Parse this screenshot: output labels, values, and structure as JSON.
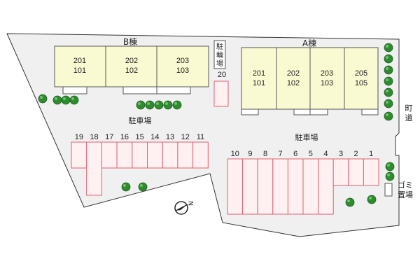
{
  "building_b": {
    "label": "B棟",
    "units": [
      {
        "upper": "201",
        "lower": "101"
      },
      {
        "upper": "202",
        "lower": "102"
      },
      {
        "upper": "203",
        "lower": "103"
      }
    ]
  },
  "building_a": {
    "label": "A棟",
    "units": [
      {
        "upper": "201",
        "lower": "101"
      },
      {
        "upper": "202",
        "lower": "102"
      },
      {
        "upper": "203",
        "lower": "103"
      },
      {
        "upper": "205",
        "lower": "105"
      }
    ]
  },
  "labels": {
    "bicycle_parking": "駐輪場",
    "parking_left": "駐車場",
    "parking_right": "駐車場",
    "road": "町道",
    "garbage": "ゴミ置場",
    "compass": "N"
  },
  "parking": {
    "space_20": "20",
    "left_row": [
      "19",
      "18",
      "17",
      "16",
      "15",
      "14",
      "13",
      "12",
      "11"
    ],
    "right_row": [
      "10",
      "9",
      "8",
      "7",
      "6",
      "5",
      "4",
      "3",
      "2",
      "1"
    ]
  },
  "colors": {
    "lot": "#f0f0f0",
    "building_fill": "#fafad2",
    "parking_stroke": "#e06070",
    "parking_fill": "#fff0f2",
    "tree": "#2e8b2e"
  }
}
